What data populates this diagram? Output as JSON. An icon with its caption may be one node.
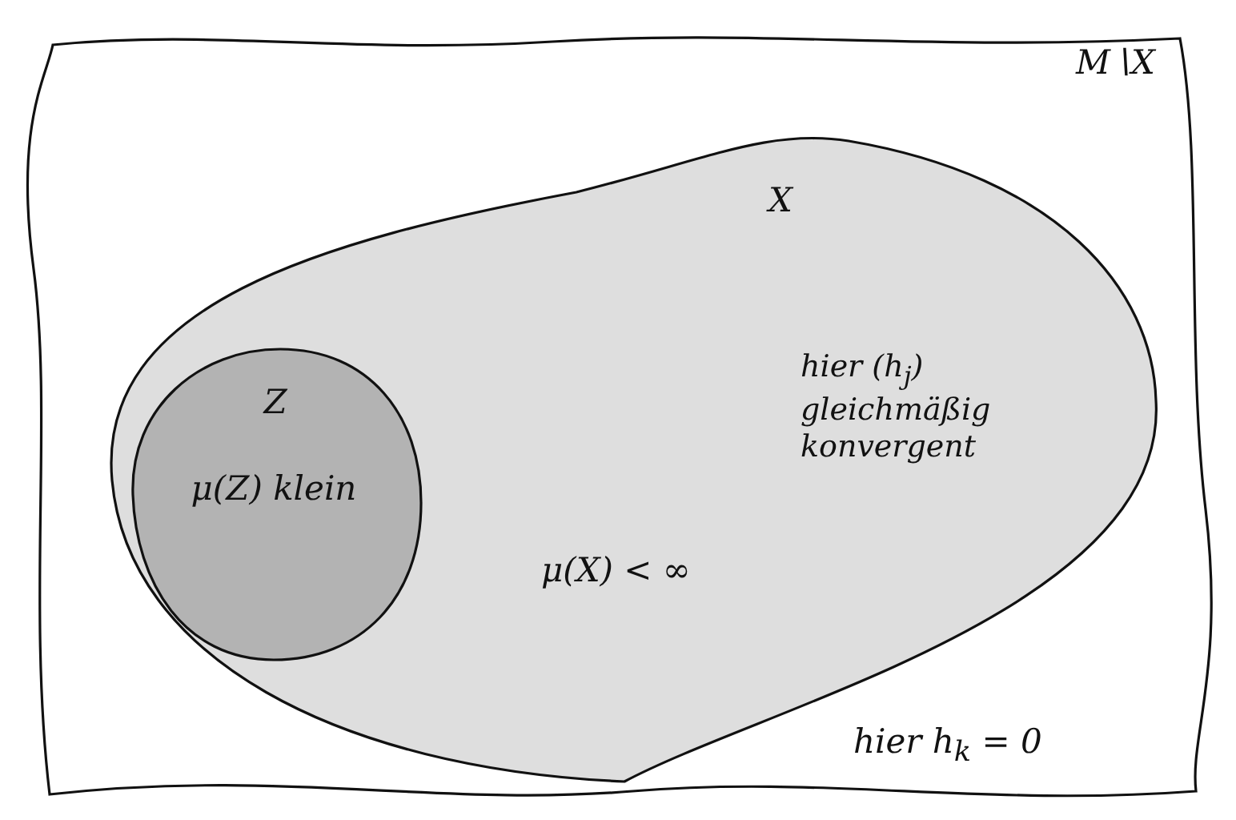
{
  "diagram": {
    "nodes": [
      {
        "text": [
          "M∖X",
          "hier h$_{k}$ = 0"
        ]
      },
      {
        "text": [
          "X",
          "hier (h$_{j}$) gleichmäßig konvergent",
          "μ(X) < ∞"
        ],
        "in": 0
      },
      {
        "text": [
          "Z",
          "μ(Z) klein"
        ],
        "in": 1
      }
    ]
  }
}
